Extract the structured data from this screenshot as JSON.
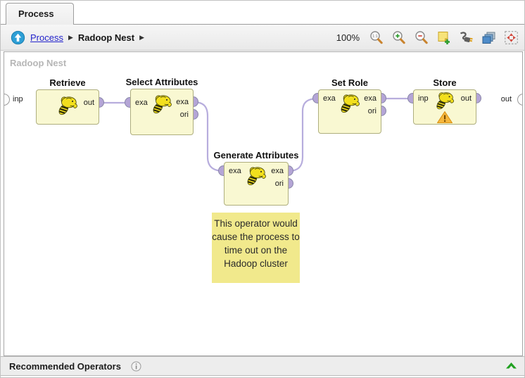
{
  "tab": {
    "label": "Process"
  },
  "breadcrumb": {
    "separator": "▶",
    "items": [
      {
        "label": "Process",
        "type": "link"
      },
      {
        "label": "Radoop Nest",
        "type": "current"
      }
    ]
  },
  "toolbar": {
    "zoom_level": "100%",
    "icons": [
      "zoom-reset-icon",
      "zoom-in-icon",
      "zoom-out-icon",
      "add-note-icon",
      "auto-wire-icon",
      "layers-icon",
      "auto-arrange-icon"
    ]
  },
  "canvas": {
    "label": "Radoop Nest",
    "edge_ports": {
      "input": "inp",
      "output": "out"
    },
    "operators": [
      {
        "name": "Retrieve",
        "inputs": [],
        "outputs": [
          "out"
        ],
        "warning": false
      },
      {
        "name": "Select Attributes",
        "inputs": [
          "exa"
        ],
        "outputs": [
          "exa",
          "ori"
        ],
        "warning": false
      },
      {
        "name": "Generate Attributes",
        "inputs": [
          "exa"
        ],
        "outputs": [
          "exa",
          "ori"
        ],
        "warning": false
      },
      {
        "name": "Set Role",
        "inputs": [
          "exa"
        ],
        "outputs": [
          "exa",
          "ori"
        ],
        "warning": false
      },
      {
        "name": "Store",
        "inputs": [
          "inp"
        ],
        "outputs": [
          "out"
        ],
        "warning": true
      }
    ],
    "connections": [
      "Retrieve.out -> Select Attributes.exa",
      "Select Attributes.exa -> Generate Attributes.exa",
      "Generate Attributes.exa -> Set Role.exa",
      "Set Role.exa -> Store.inp"
    ],
    "note": {
      "text": "This operator would cause the process to time out on the Hadoop cluster"
    }
  },
  "bottom_bar": {
    "title": "Recommended Operators"
  },
  "colors": {
    "operator_fill": "#f9f8d2",
    "operator_border": "#aeae7e",
    "wire": "#b7addd",
    "port": "#b4a5d6",
    "note_bg": "#f1e98c",
    "link_blue": "#2424cc",
    "chevron_green": "#21a121",
    "warning_orange": "#f6b73c"
  }
}
